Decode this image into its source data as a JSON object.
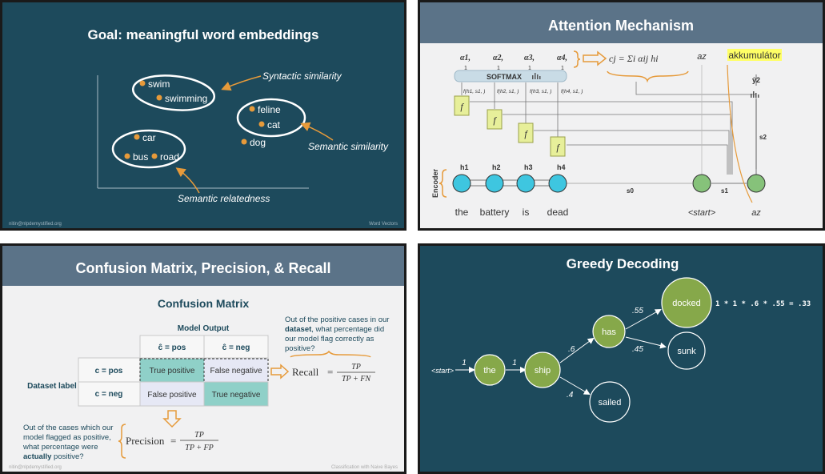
{
  "colors": {
    "teal_bg": "#1d4a5c",
    "header_gray": "#5b7388",
    "light_bg": "#f1f1f2",
    "orange": "#e69a3a",
    "cyan": "#3ec6e0",
    "green": "#86a84a",
    "yellow_box": "#e7ef9a",
    "highlight": "#ffff66",
    "cm_teal": "#8fd0c8",
    "cm_lavender": "#e6e8f5"
  },
  "embed": {
    "title": "Goal: meaningful word embeddings",
    "words": {
      "swim": "swim",
      "swimming": "swimming",
      "feline": "feline",
      "cat": "cat",
      "dog": "dog",
      "car": "car",
      "bus": "bus",
      "road": "road"
    },
    "labels": {
      "syntactic": "Syntactic similarity",
      "semantic": "Semantic similarity",
      "relatedness": "Semantic relatedness"
    },
    "footer_left": "nitin@nlpdemystified.org",
    "footer_right": "Word Vectors"
  },
  "attention": {
    "title": "Attention Mechanism",
    "alphas": [
      "α1,",
      "α2,",
      "α3,",
      "α4,"
    ],
    "alpha_sub": "1",
    "formula": "cj = Σi αij hi",
    "softmax": "SOFTMAX",
    "f_labels": [
      "f(h1, s1, )",
      "f(h2, s1, )",
      "f(h3, s1, )",
      "f(h4, s1, )"
    ],
    "f": "f",
    "hidden": [
      "h1",
      "h2",
      "h3",
      "h4"
    ],
    "encoder": "Encoder",
    "words": [
      "the",
      "battery",
      "is",
      "dead"
    ],
    "s0": "s0",
    "s1": "s1",
    "s2": "s2",
    "start": "<start>",
    "az_top": "az",
    "az_bottom": "az",
    "akkumulator": "akkumulátor",
    "y2": "ŷ2"
  },
  "confusion": {
    "title": "Confusion Matrix, Precision, & Recall",
    "subtitle": "Confusion Matrix",
    "model_output": "Model Output",
    "col_pos": "ĉ = pos",
    "col_neg": "ĉ = neg",
    "row_pos": "c = pos",
    "row_neg": "c = neg",
    "dataset_label": "Dataset label",
    "tp": "True positive",
    "fn": "False negative",
    "fp": "False positive",
    "tn": "True negative",
    "recall_q": [
      "Out of the positive cases in our",
      "dataset",
      ", what percentage did",
      "our model flag correctly as",
      "positive?"
    ],
    "recall_label": "Recall",
    "recall_num": "TP",
    "recall_den": "TP + FN",
    "precision_q": [
      "Out of the cases which our",
      "model flagged as positive,",
      "what percentage were",
      "actually",
      " positive?"
    ],
    "precision_label": "Precision",
    "precision_num": "TP",
    "precision_den": "TP + FP",
    "footer_left": "nitin@nlpdemystified.org",
    "footer_right": "Classification with Naive Bayes"
  },
  "greedy": {
    "title": "Greedy Decoding",
    "start": "<start>",
    "nodes": {
      "the": "the",
      "ship": "ship",
      "has": "has",
      "docked": "docked",
      "sunk": "sunk",
      "sailed": "sailed"
    },
    "edge_labels": {
      "start_the": "1",
      "the_ship": "1",
      "ship_has": ".6",
      "ship_sailed": ".4",
      "has_docked": ".55",
      "has_sunk": ".45"
    },
    "product": "1 * 1 * .6 * .55 = .33"
  }
}
